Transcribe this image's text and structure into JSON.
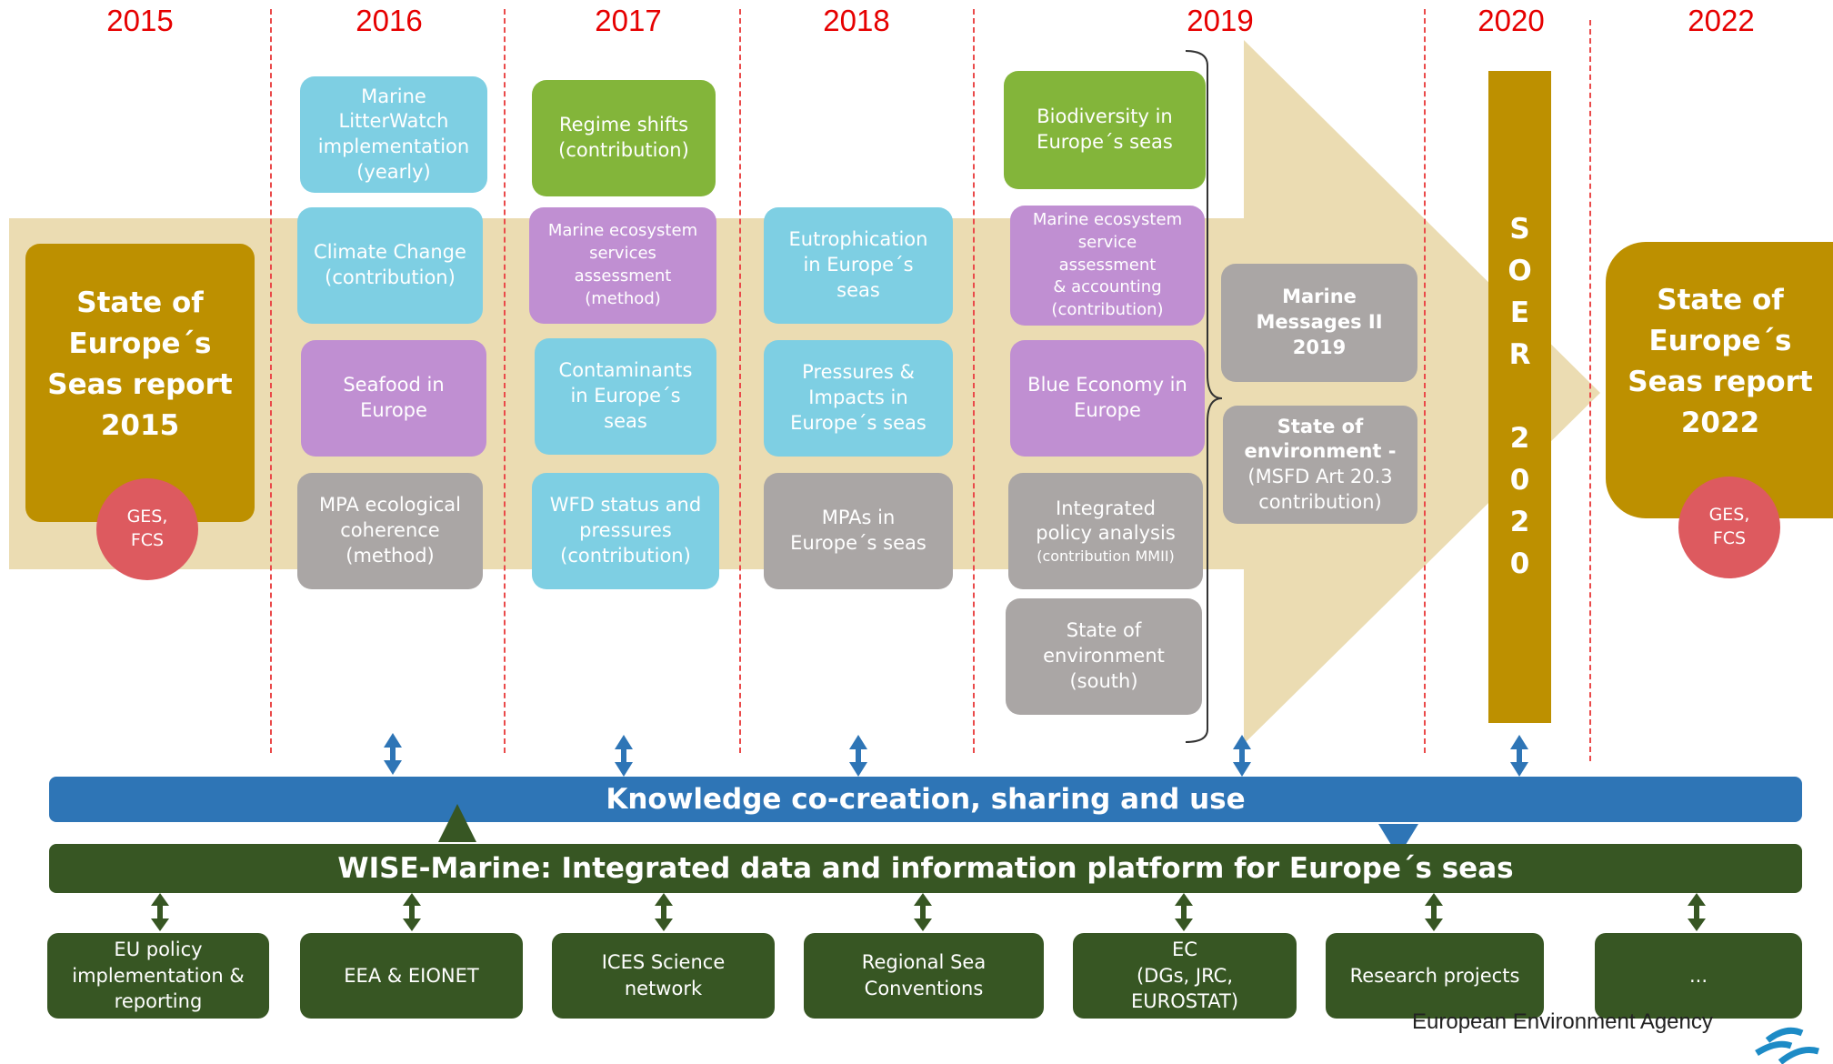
{
  "years": [
    "2015",
    "2016",
    "2017",
    "2018",
    "2019",
    "2020",
    "2022"
  ],
  "start_report": {
    "title": "State of\nEurope´s\nSeas report\n2015",
    "badge": "GES,\nFCS"
  },
  "end_report": {
    "title": "State of\nEurope´s\nSeas report\n2022",
    "badge": "GES,\nFCS"
  },
  "col_2016": [
    "Marine\nLitterWatch\nimplementation\n(yearly)",
    "Climate Change\n(contribution)",
    "Seafood in\nEurope",
    "MPA ecological\ncoherence\n(method)"
  ],
  "col_2017": [
    "Regime shifts\n(contribution)",
    "Marine ecosystem\nservices\nassessment\n(method)",
    "Contaminants\nin Europe´s\nseas",
    "WFD status and\npressures\n(contribution)"
  ],
  "col_2018": [
    "Eutrophication\nin Europe´s\nseas",
    "Pressures &\nImpacts in\nEurope´s seas",
    "MPAs in\nEurope´s seas"
  ],
  "col_2019": [
    "Biodiversity in\nEurope´s seas",
    "Marine ecosystem\nservice\nassessment\n& accounting\n(contribution)",
    "Blue Economy in\nEurope",
    "Integrated\npolicy analysis",
    "(contribution MMII)",
    "State of\nenvironment\n(south)"
  ],
  "col_2019b": [
    "Marine\nMessages II\n2019",
    "State of\nenvironment -",
    "(MSFD  Art 20.3\ncontribution)"
  ],
  "soer_letters": [
    "S",
    "O",
    "E",
    "R",
    "2",
    "0",
    "2",
    "0"
  ],
  "knowledge_bar": "Knowledge co-creation, sharing and use",
  "wise_bar": "WISE-Marine: Integrated data and information platform for Europe´s seas",
  "partners": [
    "EU policy\nimplementation  &\nreporting",
    "EEA & EIONET",
    "ICES Science\nnetwork",
    "Regional Sea\nConventions",
    "EC\n(DGs, JRC,\nEUROSTAT)",
    "Research projects",
    "..."
  ],
  "footer": "European Environment Agency",
  "colors": {
    "cyan": "#7ecfe3",
    "green": "#83b53a",
    "purple": "#c08fd2",
    "gray": "#aaa6a5",
    "gold": "#bd9000",
    "red": "#dd5a5f",
    "blue_bar": "#2e75b6",
    "dark_green": "#375623",
    "band": "#ebdcb2",
    "year_red": "#e60000"
  }
}
